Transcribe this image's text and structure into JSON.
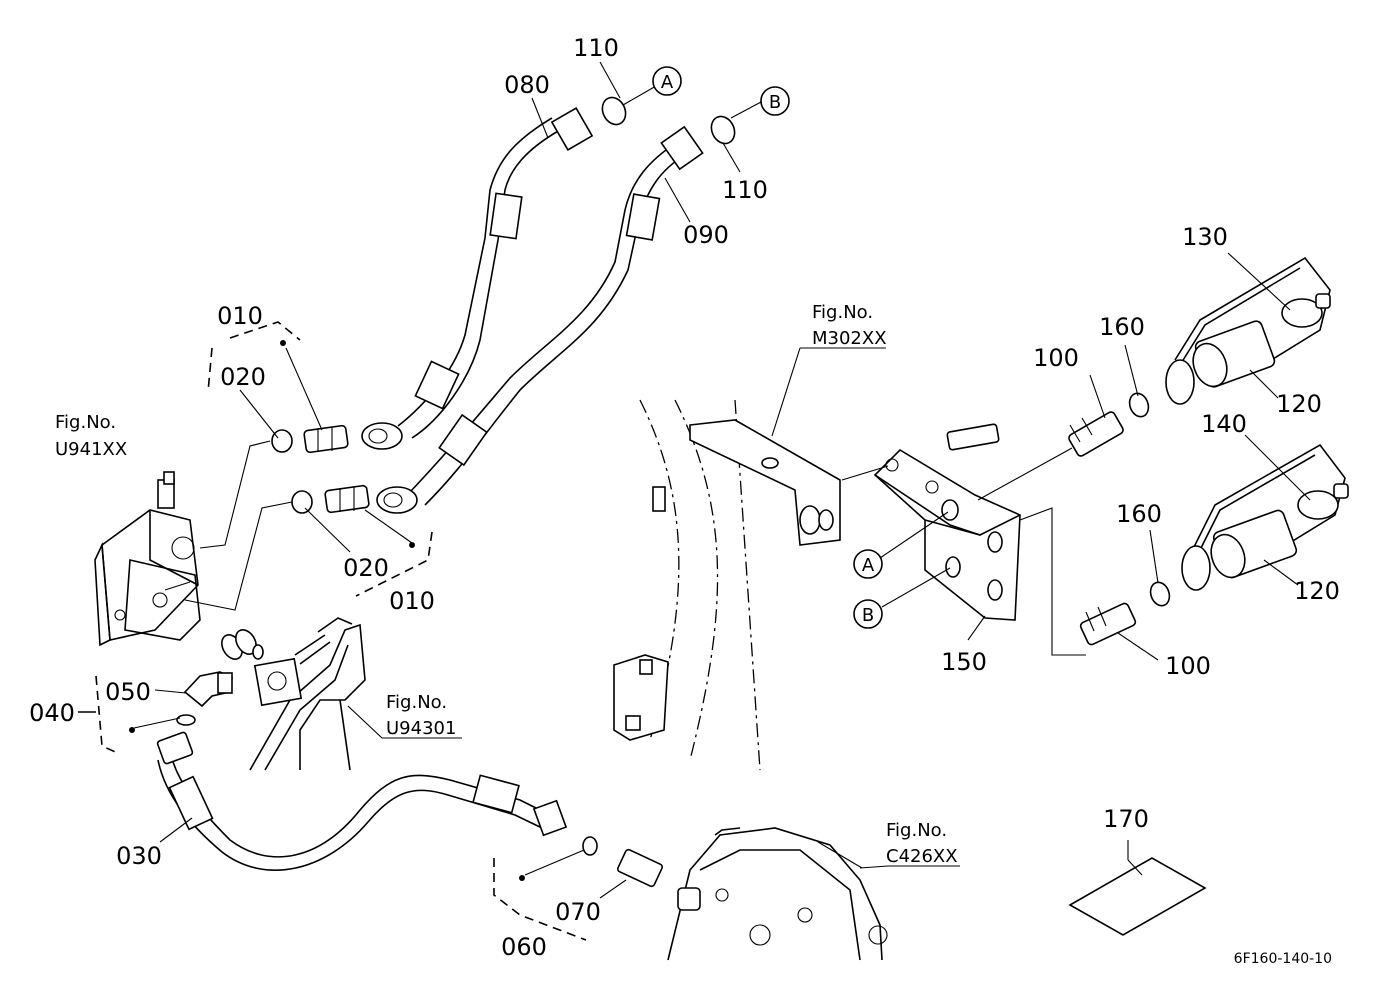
{
  "diagram_code": "6F160-140-10",
  "part_labels": {
    "p010a": "010",
    "p010b": "010",
    "p020a": "020",
    "p020b": "020",
    "p030": "030",
    "p040": "040",
    "p050": "050",
    "p060": "060",
    "p070": "070",
    "p080": "080",
    "p090": "090",
    "p100a": "100",
    "p100b": "100",
    "p110a": "110",
    "p110b": "110",
    "p120a": "120",
    "p120b": "120",
    "p130": "130",
    "p140": "140",
    "p150": "150",
    "p160a": "160",
    "p160b": "160",
    "p170": "170"
  },
  "callouts": {
    "a1": "A",
    "b1": "B",
    "a2": "A",
    "b2": "B"
  },
  "fig_refs": [
    {
      "title": "Fig.No.",
      "code": "U941XX"
    },
    {
      "title": "Fig.No.",
      "code": "M302XX"
    },
    {
      "title": "Fig.No.",
      "code": "U94301"
    },
    {
      "title": "Fig.No.",
      "code": "C426XX"
    }
  ]
}
